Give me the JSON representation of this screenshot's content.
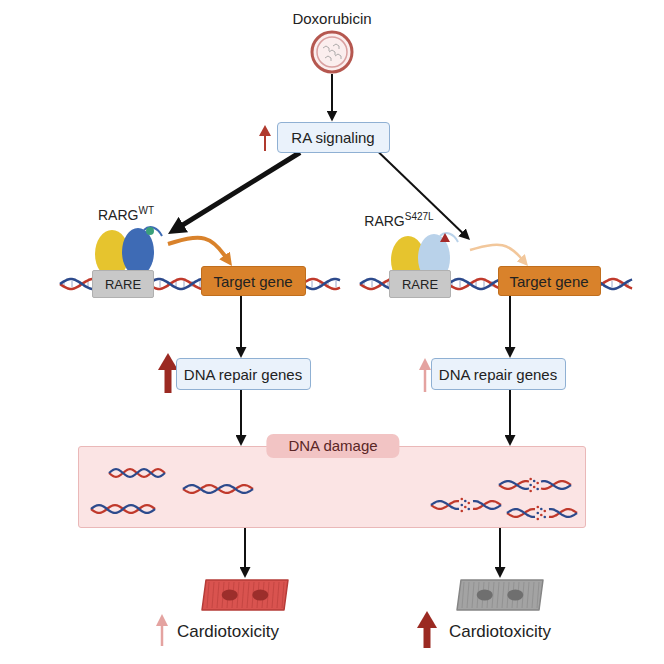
{
  "diagram": {
    "nodes": [
      {
        "text": [
          "Doxorubicin"
        ]
      },
      {
        "text": [
          "RA signaling"
        ]
      },
      {
        "text": [
          "RARG",
          "WT"
        ]
      },
      {
        "text": [
          "RARE"
        ]
      },
      {
        "text": [
          "Target gene"
        ]
      },
      {
        "text": [
          "RARG",
          "S427L"
        ]
      },
      {
        "text": [
          "RARE"
        ]
      },
      {
        "text": [
          "Target gene"
        ]
      },
      {
        "text": [
          "DNA repair genes"
        ]
      },
      {
        "text": [
          "DNA repair genes"
        ]
      },
      {
        "text": [
          "DNA damage"
        ]
      },
      {
        "text": [
          "Cardiotoxicity"
        ]
      },
      {
        "text": [
          "Cardiotoxicity"
        ]
      }
    ],
    "edges": [
      {
        "from": 0,
        "to": 1,
        "arrow": "to"
      },
      {
        "from": 1,
        "to": 2,
        "arrow": "to"
      },
      {
        "from": 1,
        "to": 5,
        "arrow": "to"
      },
      {
        "from": 2,
        "to": 4,
        "arrow": "to"
      },
      {
        "from": 5,
        "to": 7,
        "arrow": "to"
      },
      {
        "from": 4,
        "to": 8,
        "arrow": "to"
      },
      {
        "from": 7,
        "to": 9,
        "arrow": "to"
      },
      {
        "from": 8,
        "to": 10,
        "arrow": "to"
      },
      {
        "from": 9,
        "to": 10,
        "arrow": "to"
      },
      {
        "from": 10,
        "to": 11,
        "arrow": "to"
      },
      {
        "from": 10,
        "to": 12,
        "arrow": "to"
      }
    ]
  }
}
